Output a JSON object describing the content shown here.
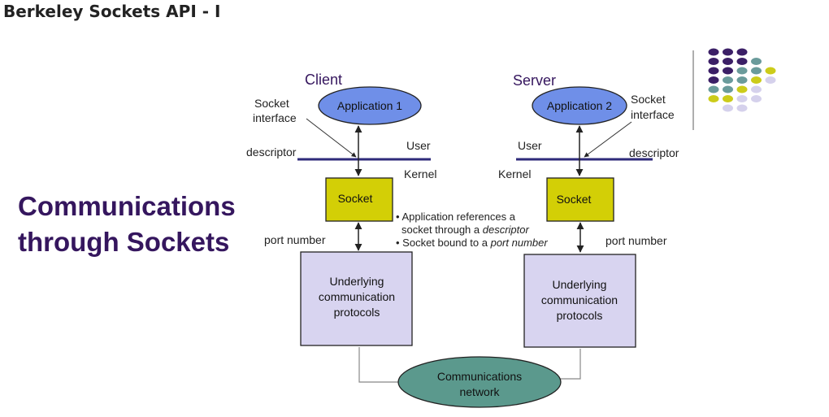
{
  "page": {
    "title": "Berkeley Sockets API - I"
  },
  "slide": {
    "heading_line1": "Communications",
    "heading_line2": "through Sockets"
  },
  "client": {
    "label": "Client",
    "application": "Application 1",
    "socket_interface_line1": "Socket",
    "socket_interface_line2": "interface",
    "descriptor": "descriptor",
    "user": "User",
    "kernel": "Kernel",
    "socket": "Socket",
    "port_number": "port number",
    "protocols_line1": "Underlying",
    "protocols_line2": "communication",
    "protocols_line3": "protocols"
  },
  "server": {
    "label": "Server",
    "application": "Application 2",
    "socket_interface_line1": "Socket",
    "socket_interface_line2": "interface",
    "descriptor": "descriptor",
    "user": "User",
    "kernel": "Kernel",
    "socket": "Socket",
    "port_number": "port number",
    "protocols_line1": "Underlying",
    "protocols_line2": "communication",
    "protocols_line3": "protocols"
  },
  "notes": {
    "line1": "Application references a",
    "line2_prefix": "socket through a ",
    "line2_italic": "descriptor",
    "line3_prefix": "Socket bound to a ",
    "line3_italic": "port number"
  },
  "network": {
    "line1": "Communications",
    "line2": "network"
  },
  "colors": {
    "heading": "#35165e",
    "application_fill": "#6f8fe8",
    "socket_fill": "#d3cf06",
    "protocol_fill": "#d8d4f0",
    "network_fill": "#5b998d",
    "divider": "#2e2a7a",
    "dot_purple": "#3b1f66",
    "dot_teal": "#6a9b9b",
    "dot_yellow": "#cccc1a",
    "dot_lavender": "#d5d1ec"
  }
}
